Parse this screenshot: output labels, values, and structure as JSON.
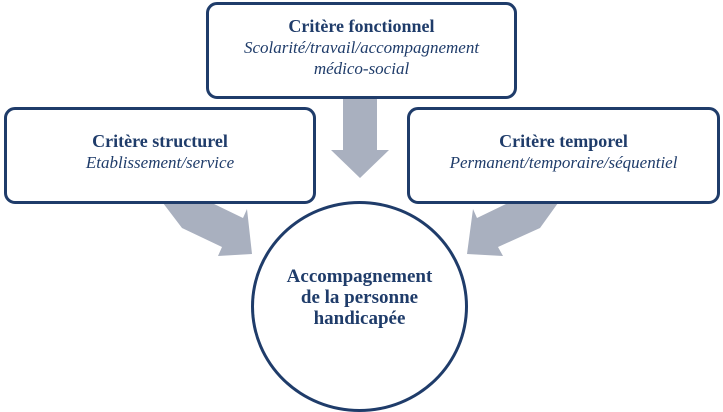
{
  "colors": {
    "border": "#1f3c6a",
    "text": "#1f3c6a",
    "arrow": "#a9b0bf",
    "background": "#ffffff"
  },
  "nodes": {
    "top": {
      "title": "Critère fonctionnel",
      "subtitle_line1": "Scolarité/travail/accompagnement",
      "subtitle_line2": "médico-social"
    },
    "left": {
      "title": "Critère structurel",
      "subtitle": "Etablissement/service"
    },
    "right": {
      "title": "Critère temporel",
      "subtitle": "Permanent/temporaire/séquentiel"
    },
    "center": {
      "line1": "Accompagnement",
      "line2": "de la personne",
      "line3": "handicapée"
    }
  },
  "edges": [
    {
      "from": "top",
      "to": "center"
    },
    {
      "from": "left",
      "to": "center"
    },
    {
      "from": "right",
      "to": "center"
    }
  ]
}
